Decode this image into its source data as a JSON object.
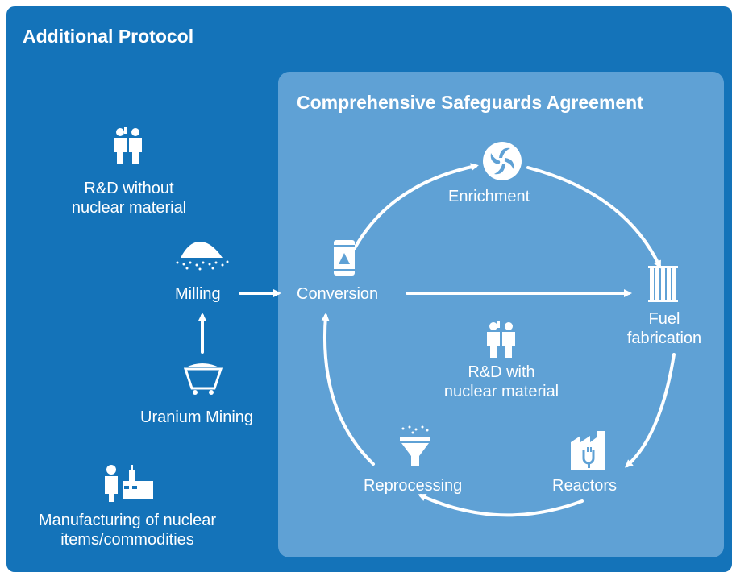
{
  "outer": {
    "title": "Additional Protocol",
    "color": "#1473b9"
  },
  "inner": {
    "title": "Comprehensive Safeguards Agreement",
    "color": "#5fa1d5"
  },
  "labels": {
    "rd_without": "R&D without\nnuclear material",
    "milling": "Milling",
    "uranium_mining": "Uranium Mining",
    "manufacturing": "Manufacturing of nuclear\nitems/commodities",
    "conversion": "Conversion",
    "enrichment": "Enrichment",
    "fuel_fabrication": "Fuel\nfabrication",
    "rd_with": "R&D with\nnuclear material",
    "reactors": "Reactors",
    "reprocessing": "Reprocessing"
  },
  "icons": {
    "rd_without": "researchers-icon",
    "milling": "powder-pile-icon",
    "uranium_mining": "mine-cart-icon",
    "manufacturing": "factory-worker-icon",
    "conversion": "barrel-icon",
    "enrichment": "centrifuge-icon",
    "fuel_fabrication": "fuel-rods-icon",
    "rd_with": "researchers-icon",
    "reactors": "power-plant-icon",
    "reprocessing": "funnel-icon"
  }
}
